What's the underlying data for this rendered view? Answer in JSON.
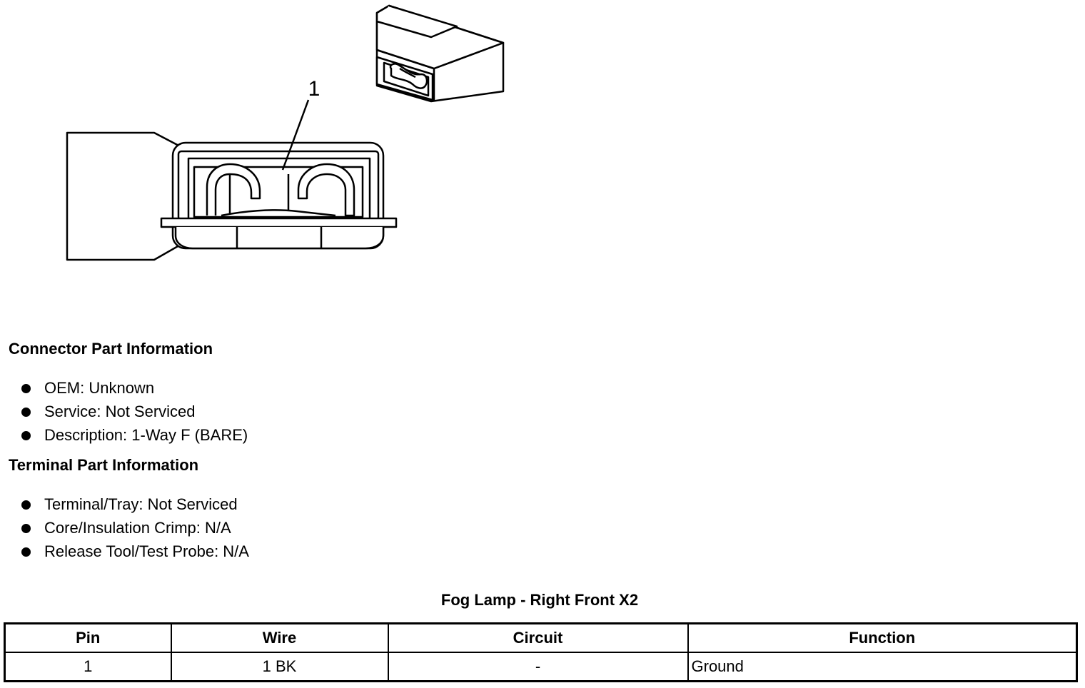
{
  "diagram": {
    "callout_label": "1"
  },
  "connector_info": {
    "heading": "Connector Part Information",
    "items": [
      "OEM: Unknown",
      "Service: Not Serviced",
      "Description: 1-Way F (BARE)"
    ]
  },
  "terminal_info": {
    "heading": "Terminal Part Information",
    "items": [
      "Terminal/Tray: Not Serviced",
      "Core/Insulation Crimp: N/A",
      "Release Tool/Test Probe: N/A"
    ]
  },
  "pin_table": {
    "title": "Fog Lamp - Right Front X2",
    "headers": [
      "Pin",
      "Wire",
      "Circuit",
      "Function"
    ],
    "rows": [
      [
        "1",
        "1 BK",
        "-",
        "Ground"
      ]
    ]
  }
}
